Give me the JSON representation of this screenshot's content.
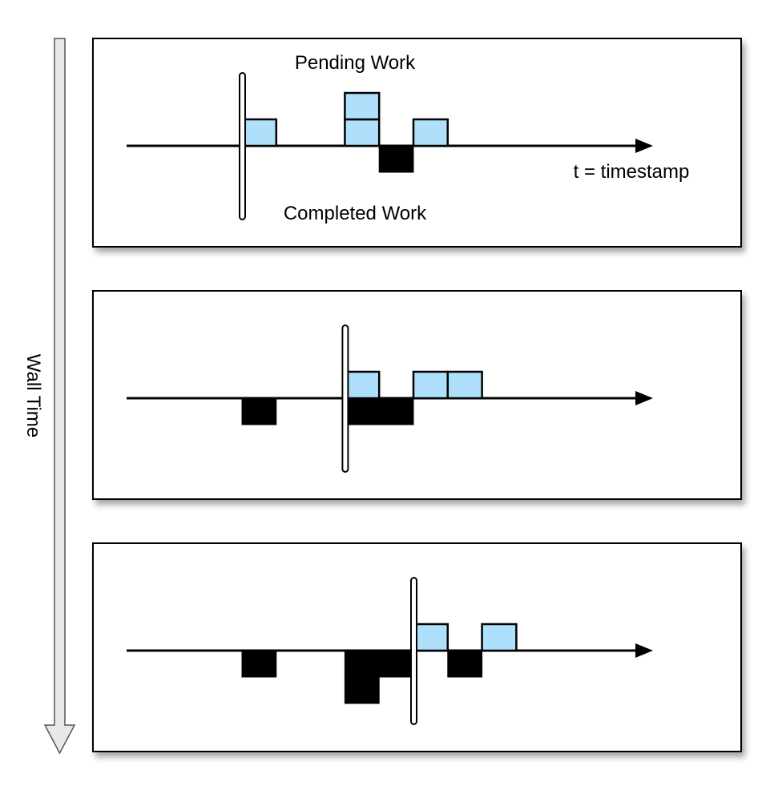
{
  "labels": {
    "pending": "Pending Work",
    "completed": "Completed Work",
    "axis": "t = timestamp",
    "wall_time": "Wall Time"
  },
  "colors": {
    "pending": "#aee0fb",
    "completed": "#000000",
    "axis": "#000000",
    "frame": "#000000"
  },
  "panels": [
    {
      "watermark_slot": 3,
      "pending": [
        [
          3,
          1
        ],
        [
          6,
          1
        ],
        [
          6,
          2
        ],
        [
          8,
          1
        ]
      ],
      "completed": [
        [
          7,
          1
        ]
      ]
    },
    {
      "watermark_slot": 6,
      "pending": [
        [
          6,
          1
        ],
        [
          8,
          1
        ],
        [
          9,
          1
        ]
      ],
      "completed": [
        [
          3,
          1
        ],
        [
          6,
          1
        ],
        [
          7,
          1
        ]
      ]
    },
    {
      "watermark_slot": 8,
      "pending": [
        [
          8,
          1
        ],
        [
          10,
          1
        ]
      ],
      "completed": [
        [
          3,
          1
        ],
        [
          6,
          1
        ],
        [
          6,
          2
        ],
        [
          7,
          1
        ],
        [
          9,
          1
        ]
      ]
    }
  ]
}
